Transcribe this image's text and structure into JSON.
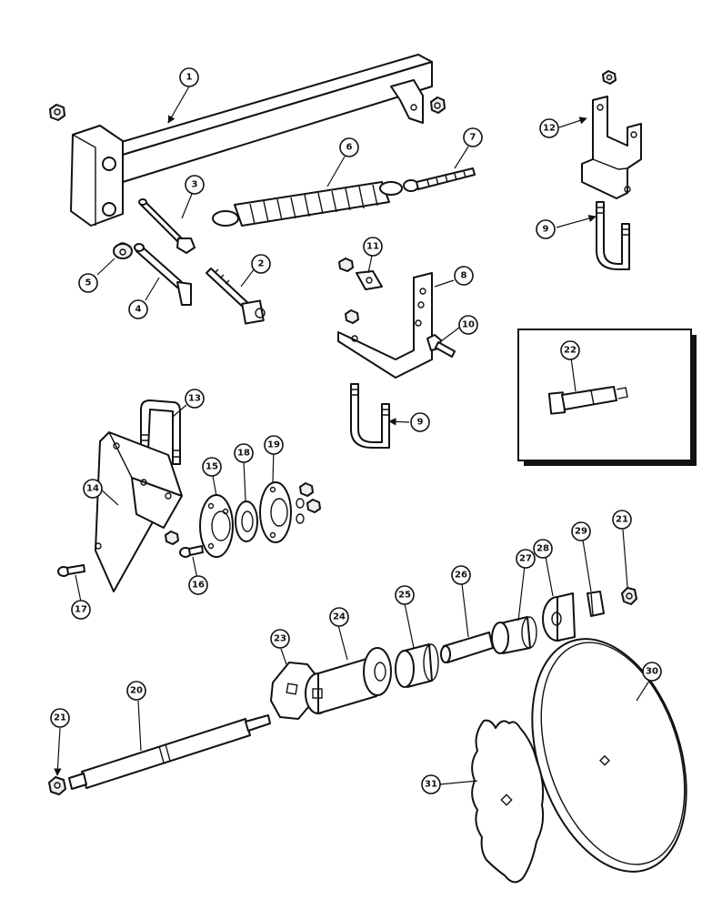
{
  "diagram": {
    "callouts": [
      {
        "label": "1"
      },
      {
        "label": "2"
      },
      {
        "label": "3"
      },
      {
        "label": "4"
      },
      {
        "label": "5"
      },
      {
        "label": "6"
      },
      {
        "label": "7"
      },
      {
        "label": "8"
      },
      {
        "label": "9"
      },
      {
        "label": "9"
      },
      {
        "label": "10"
      },
      {
        "label": "11"
      },
      {
        "label": "12"
      },
      {
        "label": "13"
      },
      {
        "label": "14"
      },
      {
        "label": "15"
      },
      {
        "label": "16"
      },
      {
        "label": "17"
      },
      {
        "label": "18"
      },
      {
        "label": "19"
      },
      {
        "label": "20"
      },
      {
        "label": "21"
      },
      {
        "label": "21"
      },
      {
        "label": "22"
      },
      {
        "label": "23"
      },
      {
        "label": "24"
      },
      {
        "label": "25"
      },
      {
        "label": "26"
      },
      {
        "label": "27"
      },
      {
        "label": "28"
      },
      {
        "label": "29"
      },
      {
        "label": "30"
      },
      {
        "label": "31"
      }
    ]
  },
  "colors": {
    "line": "#111111",
    "background": "#ffffff"
  }
}
